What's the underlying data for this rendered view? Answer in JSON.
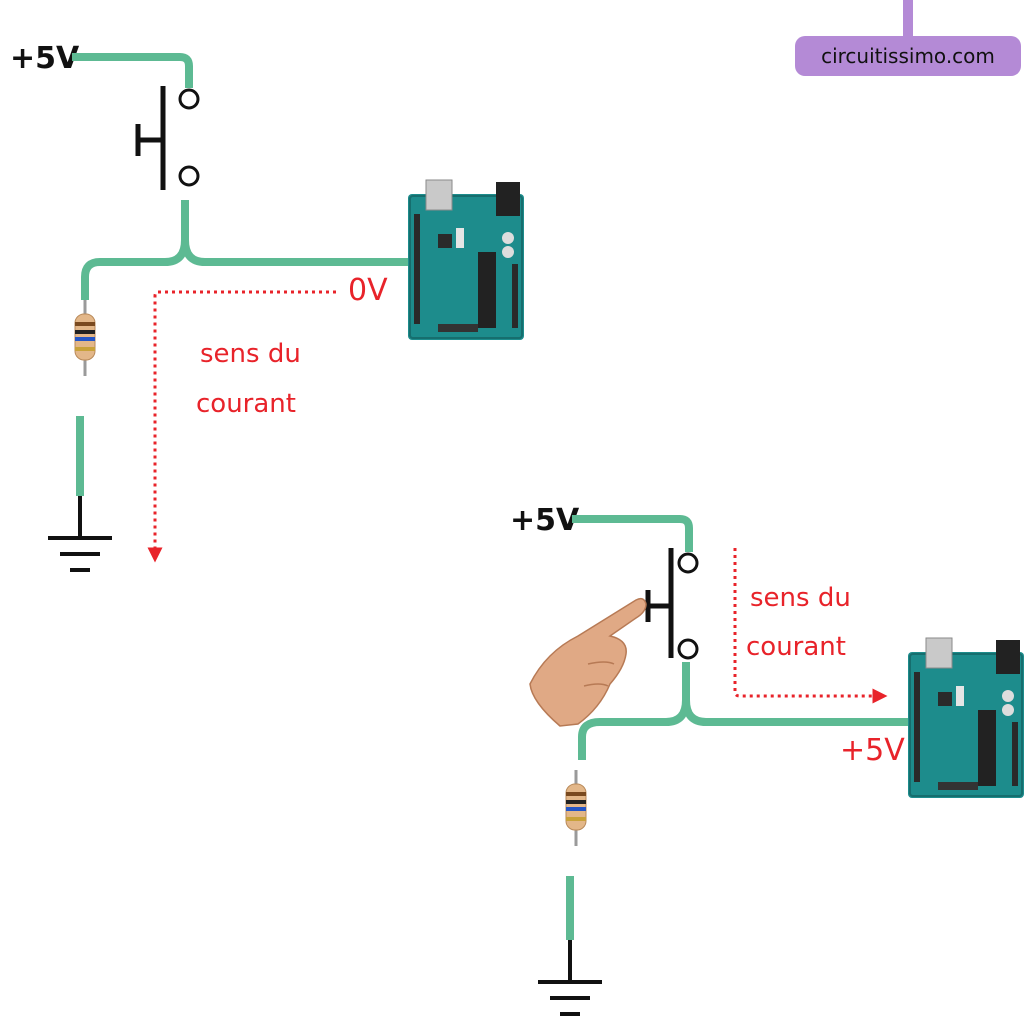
{
  "brand": {
    "text": "circuitissimo.com",
    "color": "#b48ad6"
  },
  "colors": {
    "wire": "#5dba93",
    "arrow": "#e8232a",
    "ground": "#111111",
    "board": "#1d8c8c"
  },
  "circuit_released": {
    "supply_label": "+5V",
    "input_label": "0V",
    "current_label_line1": "sens du",
    "current_label_line2": "courant"
  },
  "circuit_pressed": {
    "supply_label": "+5V",
    "input_label": "+5V",
    "current_label_line1": "sens du",
    "current_label_line2": "courant"
  }
}
